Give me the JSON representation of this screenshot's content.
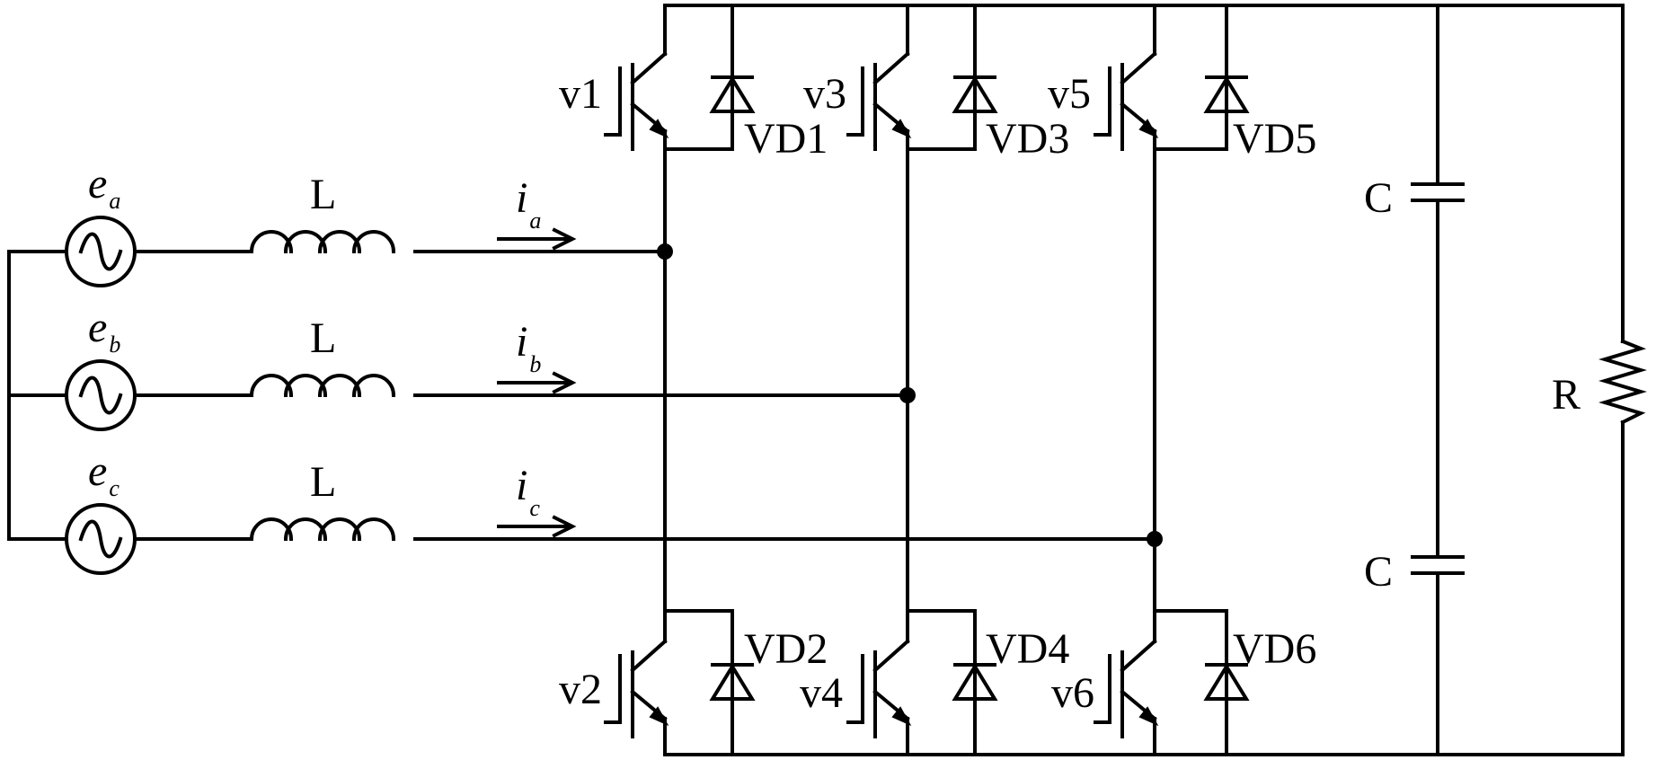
{
  "sources": [
    {
      "symbol": "e",
      "subscript": "a"
    },
    {
      "symbol": "e",
      "subscript": "b"
    },
    {
      "symbol": "e",
      "subscript": "c"
    }
  ],
  "inductor_label": "L",
  "currents": [
    {
      "symbol": "i",
      "subscript": "a"
    },
    {
      "symbol": "i",
      "subscript": "b"
    },
    {
      "symbol": "i",
      "subscript": "c"
    }
  ],
  "upper_switches": [
    "v1",
    "v3",
    "v5"
  ],
  "lower_switches": [
    "v2",
    "v4",
    "v6"
  ],
  "upper_diodes": [
    "VD1",
    "VD3",
    "VD5"
  ],
  "lower_diodes": [
    "VD2",
    "VD4",
    "VD6"
  ],
  "capacitor_label": "C",
  "resistor_label": "R"
}
